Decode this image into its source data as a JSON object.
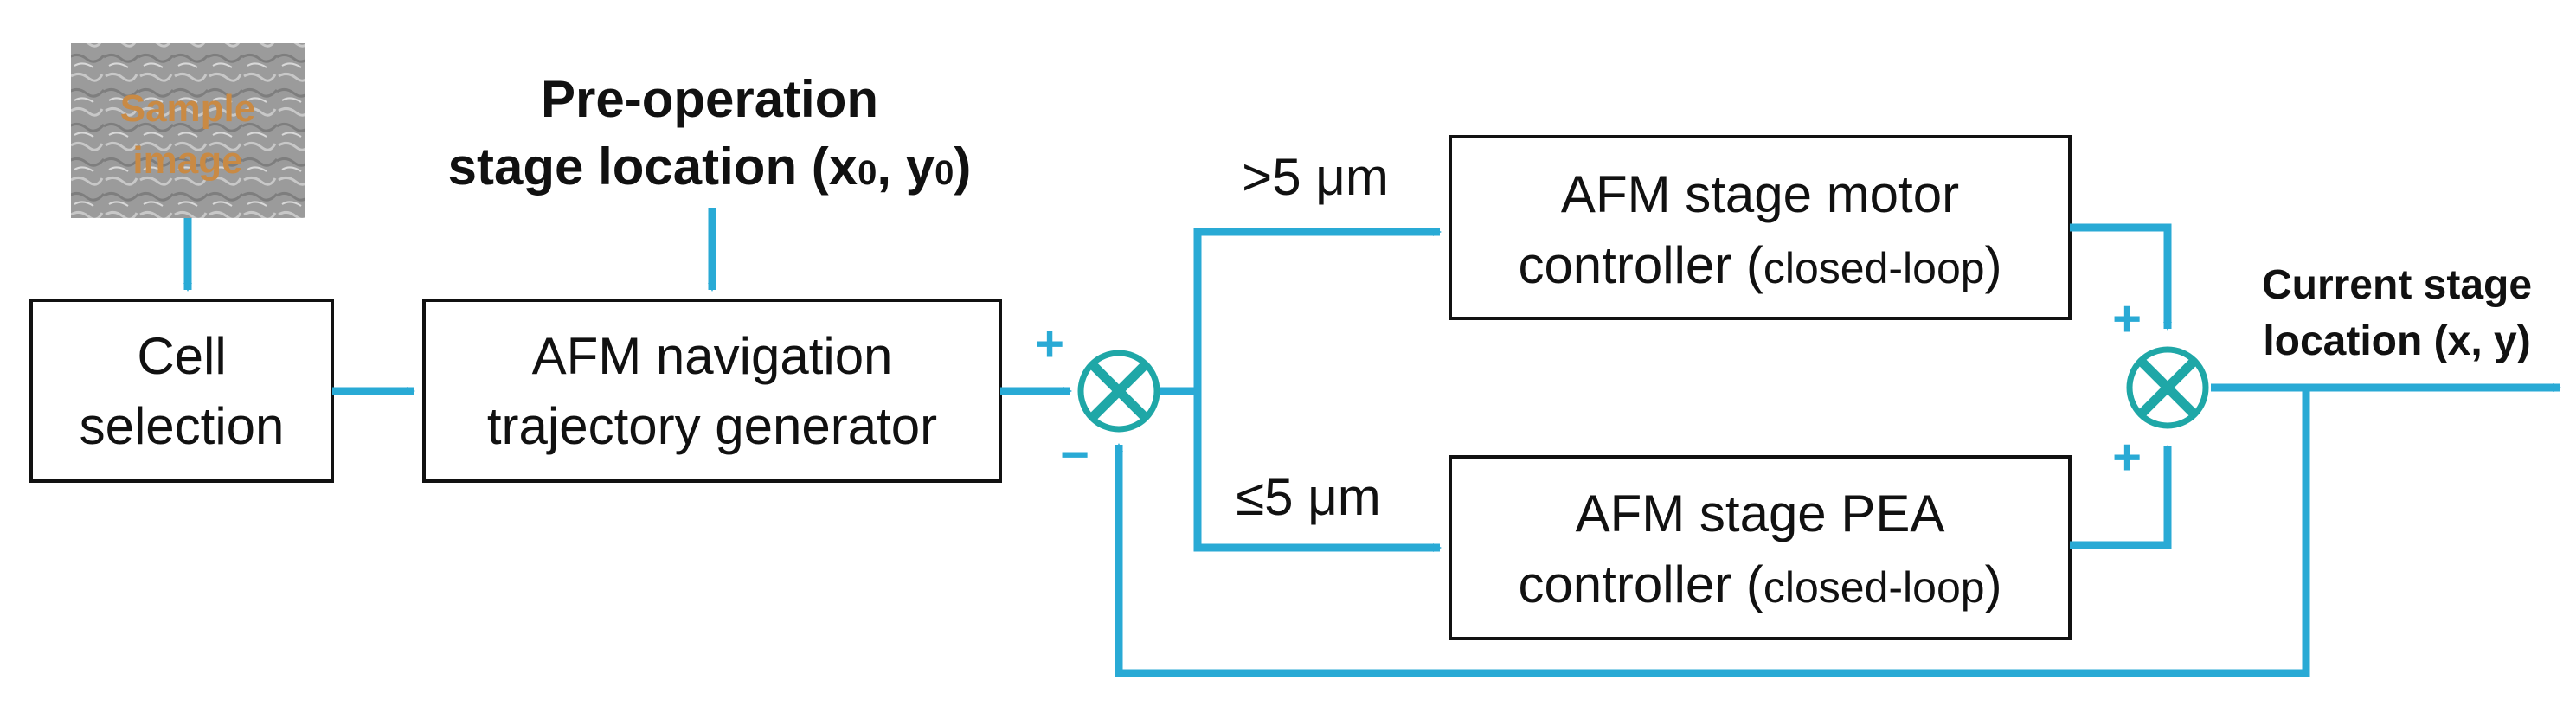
{
  "colors": {
    "flow": "#29AAD5",
    "summing_junction": "#1FA7A7",
    "box_stroke": "#111111",
    "text": "#111111",
    "sample_text": "#C98A44",
    "sample_bg": "#9B9B9B"
  },
  "sample_image": {
    "line1": "Sample",
    "line2": "image"
  },
  "boxes": {
    "cell_selection": {
      "line1": "Cell",
      "line2": "selection"
    },
    "trajectory_generator": {
      "line1": "AFM navigation",
      "line2": "trajectory generator"
    },
    "motor_controller": {
      "line1": "AFM stage motor",
      "line2_main": "controller (",
      "line2_small": "closed-loop",
      "line2_end": ")"
    },
    "pea_controller": {
      "line1": "AFM stage PEA",
      "line2_main": "controller (",
      "line2_small": "closed-loop",
      "line2_end": ")"
    }
  },
  "pre_operation": {
    "line1": "Pre-operation",
    "line2_a": "stage location (x",
    "sub0": "0",
    "line2_b": ", y",
    "sub1": "0",
    "line2_c": ")"
  },
  "branch_labels": {
    "upper": ">5 μm",
    "lower": "≤5 μm"
  },
  "output_label": {
    "line1": "Current stage",
    "line2": "location (x, y)"
  },
  "signs": {
    "sum1_plus": "+",
    "sum1_minus": "−",
    "sum2_plus_top": "+",
    "sum2_plus_bottom": "+"
  },
  "icons": {
    "summing_junction_1": "summing-junction-icon",
    "summing_junction_2": "summing-junction-icon"
  }
}
